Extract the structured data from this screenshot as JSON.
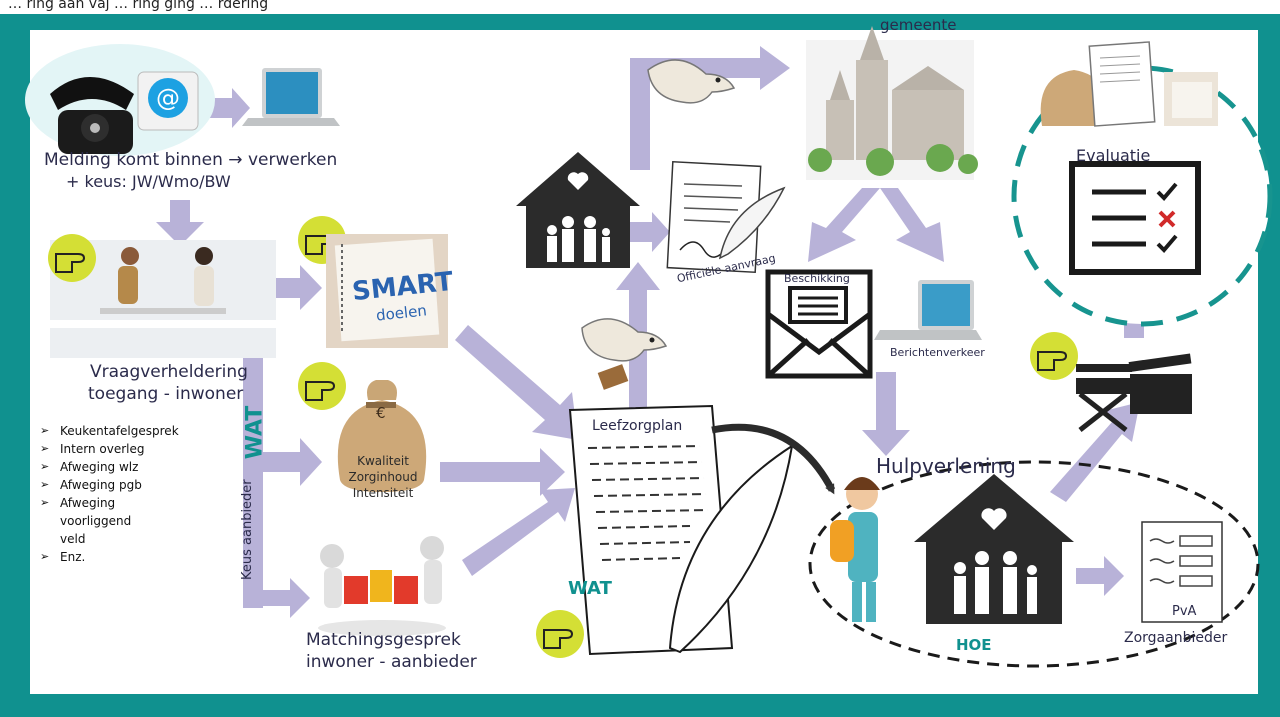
{
  "header": {
    "caption": "… ring aan vaj … ring ging … rdering"
  },
  "colors": {
    "frame": "#10918f",
    "arrow": "#b8b2d8",
    "pointer_circle": "#d4df35",
    "teal_text": "#10918f",
    "dark": "#333333"
  },
  "labels": {
    "melding": "Melding komt binnen → verwerken",
    "keus": "+ keus: JW/Wmo/BW",
    "vraag1": "Vraagverheldering",
    "vraag2": "toegang - inwoner",
    "wat_vertical": "WAT",
    "keus_aanbieder": "Keus aanbieder",
    "smart": "SMART",
    "doelen": "doelen",
    "euro": "€",
    "kwaliteit": "Kwaliteit",
    "zorginhoud": "Zorginhoud",
    "intensiteit": "Intensiteit",
    "matching1": "Matchingsgesprek",
    "matching2": "inwoner - aanbieder",
    "leefzorgplan": "Leefzorgplan",
    "wat_bottom": "WAT",
    "aanvraag": "Officiële aanvraag",
    "gemeente": "gemeente",
    "beschikking": "Beschikking",
    "berichtenverkeer": "Berichtenverkeer",
    "evaluatie": "Evaluatie",
    "hulpverlening": "Hulpverlening",
    "hoe": "HOE",
    "pva": "PvA",
    "zorgaanbieder": "Zorgaanbieder"
  },
  "bullets": [
    "Keukentafelgesprek",
    "Intern overleg",
    "Afweging wlz",
    "Afweging pgb",
    "Afweging voorliggend veld",
    "Enz."
  ],
  "icons": {
    "phone": "telephone-icon",
    "email": "email-icon",
    "laptop": "laptop-icon",
    "pointer": "pointing-hand-icon",
    "house": "family-house-icon",
    "bird": "carrier-pigeon-icon",
    "document": "document-icon",
    "quill": "quill-icon",
    "envelope": "envelope-icon",
    "checklist": "checklist-icon",
    "director_chair": "director-chair-icon",
    "clapperboard": "clapperboard-icon",
    "puzzle": "puzzle-icon",
    "money_bag": "money-bag-icon",
    "nurse": "care-worker-icon",
    "cathedral": "cathedral-icon"
  }
}
